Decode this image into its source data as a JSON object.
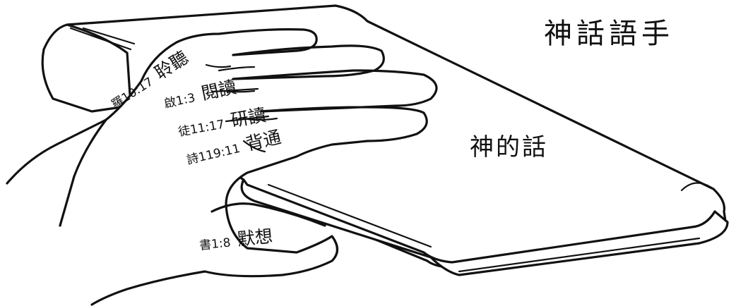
{
  "title": "神話語手",
  "book_label": "神的話",
  "fingers": [
    {
      "reference": "羅10:17",
      "word": "聆聽"
    },
    {
      "reference": "啟1:3",
      "word": "閱讀"
    },
    {
      "reference": "徒11:17",
      "word": "研讀"
    },
    {
      "reference": "詩119:11",
      "word": "背通"
    },
    {
      "reference": "書1:8",
      "word": "默想"
    }
  ]
}
